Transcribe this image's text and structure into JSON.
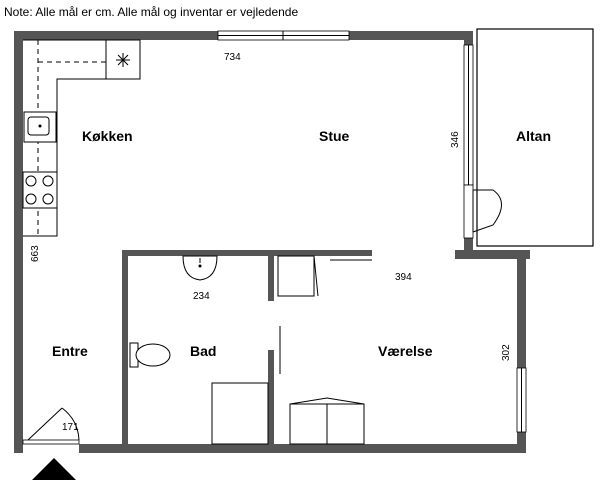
{
  "note": "Note: Alle mål er cm. Alle mål og inventar er vejledende",
  "rooms": {
    "kitchen": "Køkken",
    "living": "Stue",
    "balcony": "Altan",
    "entrance": "Entre",
    "bath": "Bad",
    "bedroom": "Værelse"
  },
  "dimensions": {
    "top_width": "734",
    "window_height": "346",
    "left_height": "663",
    "bedroom_width": "394",
    "bath_width": "234",
    "bedroom_height": "302",
    "door_width": "171"
  },
  "colors": {
    "wall": "#555555",
    "line": "#000000"
  },
  "icons": [
    "extractor-fan-icon",
    "sink-icon",
    "stove-icon",
    "toilet-icon",
    "washbasin-icon",
    "entrance-arrow-icon"
  ]
}
